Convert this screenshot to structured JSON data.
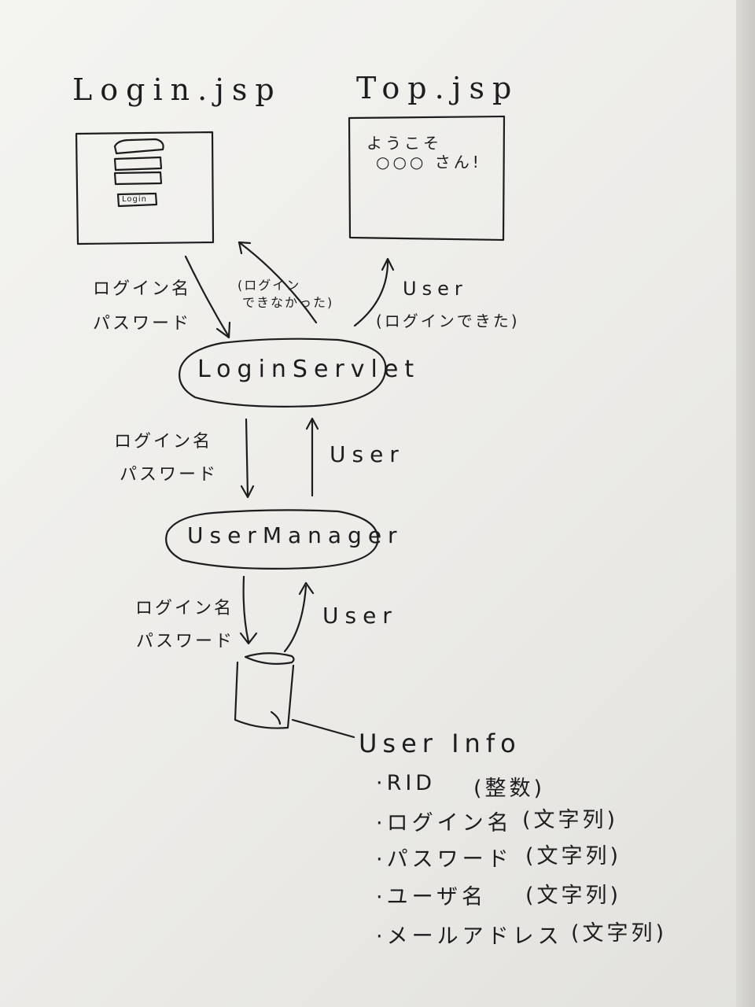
{
  "pages": {
    "login": {
      "title": "Login.jsp",
      "button": "Login"
    },
    "top": {
      "title": "Top.jsp",
      "welcome_line1": "ようこそ",
      "welcome_line2": "○○○ さん!"
    }
  },
  "flows": {
    "login_to_servlet": {
      "line1": "ログイン名",
      "line2": "パスワード"
    },
    "servlet_to_login": {
      "line1": "(ログイン",
      "line2": "できなかった)"
    },
    "servlet_to_top": {
      "line1": "User",
      "line2": "(ログインできた)"
    },
    "servlet_to_manager": {
      "line1": "ログイン名",
      "line2": "パスワード"
    },
    "manager_to_servlet": {
      "label": "User"
    },
    "manager_to_db": {
      "line1": "ログイン名",
      "line2": "パスワード"
    },
    "db_to_manager": {
      "label": "User"
    }
  },
  "components": {
    "servlet": "LoginServlet",
    "manager": "UserManager"
  },
  "user_info": {
    "title": "User Info",
    "fields": [
      {
        "name": "·RID",
        "type": "(整数)"
      },
      {
        "name": "·ログイン名",
        "type": "(文字列)"
      },
      {
        "name": "·パスワード",
        "type": "(文字列)"
      },
      {
        "name": "·ユーザ名",
        "type": "(文字列)"
      },
      {
        "name": "·メールアドレス",
        "type": "(文字列)"
      }
    ]
  }
}
